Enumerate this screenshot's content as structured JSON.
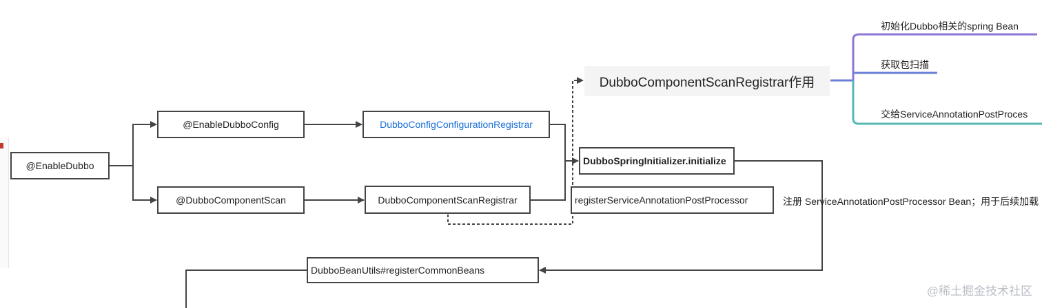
{
  "nodes": {
    "enable_dubbo": "@EnableDubbo",
    "enable_dubbo_config": "@EnableDubboConfig",
    "dubbo_component_scan": "@DubboComponentScan",
    "config_registrar": "DubboConfigConfigurationRegistrar",
    "scan_registrar": "DubboComponentScanRegistrar",
    "initializer": "DubboSpringInitializer.initialize",
    "register_processor": "registerServiceAnnotationPostProcessor",
    "register_processor_note": "注册 ServiceAnnotationPostProcessor Bean；用于后续加载",
    "common_beans": "DubboBeanUtils#registerCommonBeans"
  },
  "mindmap": {
    "title": "DubboComponentScanRegistrar作用",
    "branches": [
      {
        "label": "初始化Dubbo相关的spring Bean",
        "color": "#8f73d6"
      },
      {
        "label": "获取包扫描",
        "color": "#6b7fd6"
      },
      {
        "label": "交给ServiceAnnotationPostProces",
        "color": "#54b8b4"
      }
    ]
  },
  "watermark": "@稀土掘金技术社区",
  "colors": {
    "line": "#444444",
    "link_text": "#1a6fd6",
    "title_connector": "#6b7fd6"
  }
}
